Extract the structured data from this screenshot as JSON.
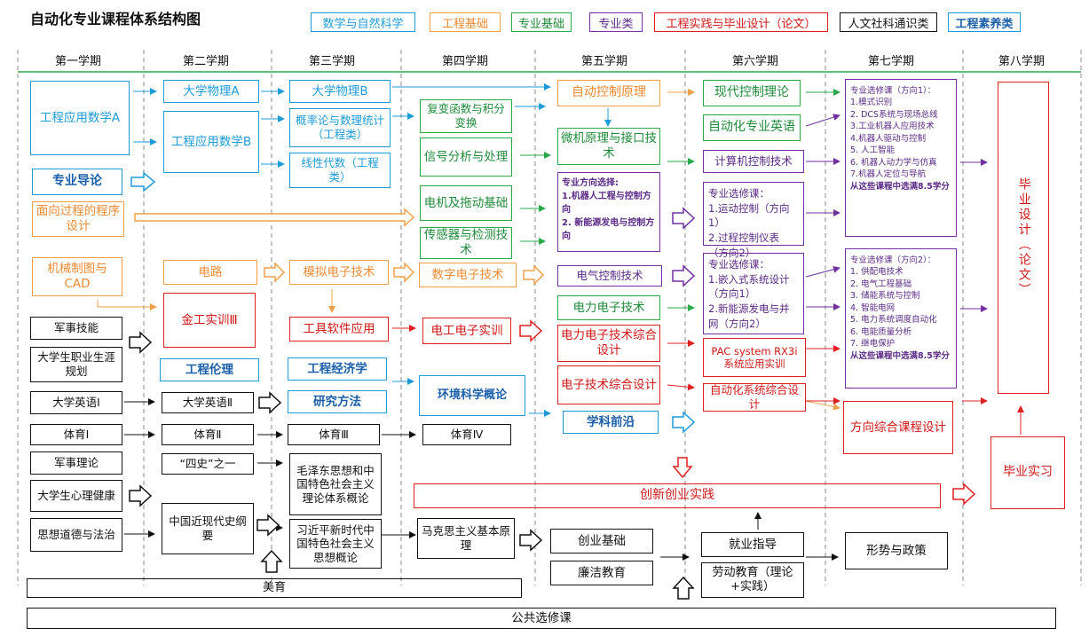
{
  "title": "自动化专业课程体系结构图",
  "legend": [
    "数学与自然科学",
    "工程基础",
    "专业基础",
    "专业类",
    "工程实践与毕业设计（论文）",
    "人文社科通识类",
    "工程素养类"
  ],
  "colors": {
    "math": "#1e9bd7",
    "eng": "#ee8a33",
    "pro": "#1f8a3a",
    "spec": "#5b2a86",
    "prac": "#d01818",
    "hum": "#111111",
    "lit": "#1a5fa8"
  },
  "semesters": [
    "第一学期",
    "第二学期",
    "第三学期",
    "第四学期",
    "第五学期",
    "第六学期",
    "第七学期",
    "第八学期"
  ],
  "courses": {
    "gcyysxA": "工程应用数学A",
    "zydl": "专业导论",
    "mxgc": "面向过程的程序设计",
    "jxzt": "机械制图与CAD",
    "jsjn": "军事技能",
    "zyzy": "大学生职业生涯规划",
    "dxyy1": "大学英语Ⅰ",
    "ty1": "体育Ⅰ",
    "jsll": "军事理论",
    "xlj": "大学生心理健康",
    "sxdd": "思想道德与法治",
    "dxwlA": "大学物理A",
    "gcyysxB": "工程应用数学B",
    "dl": "电路",
    "jgsx": "金工实训Ⅲ",
    "gclv": "工程伦理",
    "dxyy2": "大学英语Ⅱ",
    "ty2": "体育Ⅱ",
    "sishi": "“四史”之一",
    "jdsgy": "中国近现代史纲要",
    "dxwlB": "大学物理B",
    "gll": "概率论与数理统计（工程类）",
    "xxds": "线性代数（工程类）",
    "mndz": "模拟电子技术",
    "gjrj": "工具软件应用",
    "gcjj": "工程经济学",
    "yjff": "研究方法",
    "ty3": "体育Ⅲ",
    "mzd": "毛泽东思想和中国特色社会主义理论体系概论",
    "xjp": "习近平新时代中国特色社会主义思想概论",
    "fbhs": "复变函数与积分变换",
    "xhfx": "信号分析与处理",
    "djtd": "电机及拖动基础",
    "cgq": "传感器与检测技术",
    "szdz": "数字电子技术",
    "dgdz": "电工电子实训",
    "hjkx": "环境科学概论",
    "ty4": "体育Ⅳ",
    "mkszy": "马克思主义基本原理",
    "zdkz": "自动控制原理",
    "wjyl": "微机原理与接口技术",
    "dqkz": "电气控制技术",
    "dldz": "电力电子技术",
    "dldzzh": "电力电子技术综合设计",
    "dzjszh": "电子技术综合设计",
    "xkqy": "学科前沿",
    "cyjc": "创业基础",
    "ljjy": "廉洁教育",
    "xdkz": "现代控制理论",
    "zdhyy": "自动化专业英语",
    "jsjkz": "计算机控制技术",
    "pac": "PAC system RX3i 系统应用实训",
    "zdhxt": "自动化系统综合设计",
    "jyzd": "就业指导",
    "ldjy": "劳动教育（理论+实践）",
    "fxzh": "方向综合课程设计",
    "xszc": "形势与政策",
    "bysj": "毕业设计（论文）",
    "bysx": "毕业实习",
    "cxcy": "创新创业实践",
    "meiyu": "美育",
    "ggxx": "公共选修课"
  },
  "direction_choice": {
    "title": "专业方向选择:",
    "items": [
      "1.机器人工程与控制方向",
      "2. 新能源发电与控制方向"
    ]
  },
  "elective_6a": {
    "title": "专业选修课：",
    "items": [
      "1.运动控制（方向1）",
      "2.过程控制仪表（方向2）"
    ]
  },
  "elective_6b": {
    "title": "专业选修课：",
    "items": [
      "1.嵌入式系统设计（方向1）",
      "2.新能源发电与并网（方向2）"
    ]
  },
  "elective_7a": {
    "title": "专业选修课（方向1）：",
    "items": [
      "1.模式识别",
      "2. DCS系统与现场总线",
      "3.工业机器人应用技术",
      "4.机器人驱动与控制",
      "5. 人工智能",
      "6. 机器人动力学与仿真",
      "7.机器人定位与导航"
    ],
    "note": "从这些课程中选满8.5学分"
  },
  "elective_7b": {
    "title": "专业选修课（方向2）：",
    "items": [
      "1. 供配电技术",
      "2. 电气工程基础",
      "3. 储能系统与控制",
      "4. 智能电网",
      "5. 电力系统调度自动化",
      "6. 电能质量分析",
      "7. 继电保护"
    ],
    "note": "从这些课程中选满8.5学分"
  }
}
